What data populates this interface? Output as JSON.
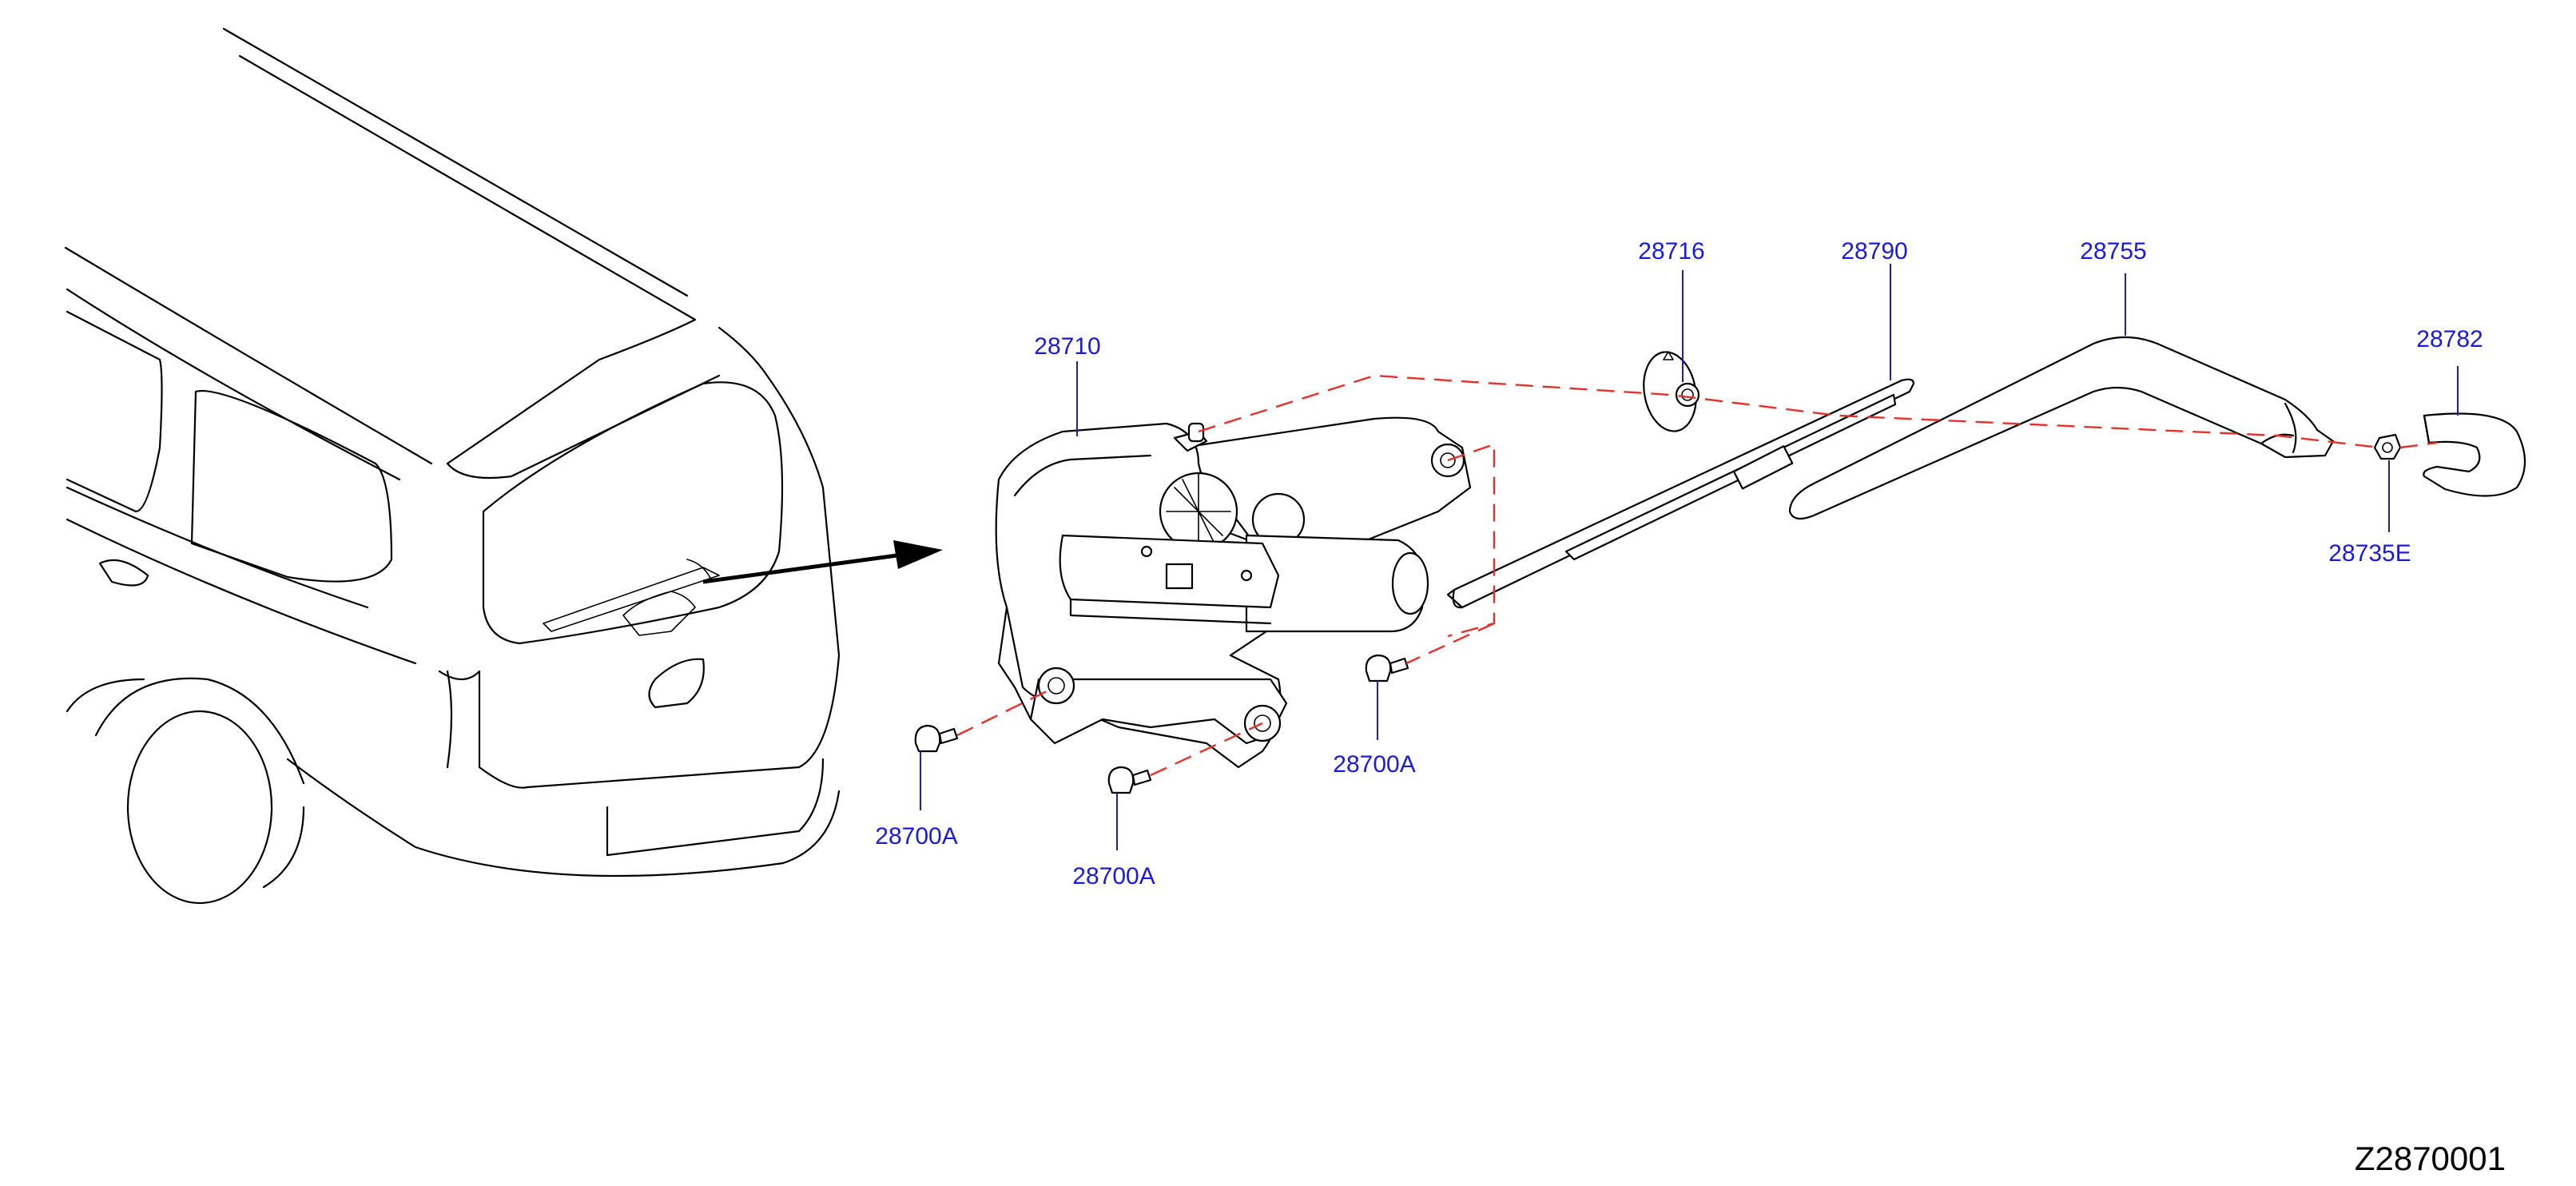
{
  "colors": {
    "label": "#1a1adf",
    "dash": "#e8302a",
    "ink": "#000000"
  },
  "parts": {
    "p28710": "28710",
    "p28716": "28716",
    "p28790": "28790",
    "p28755": "28755",
    "p28782": "28782",
    "p28735E": "28735E",
    "p28700A_left": "28700A",
    "p28700A_middle": "28700A",
    "p28700A_right": "28700A"
  },
  "diagram_code": "Z2870001"
}
